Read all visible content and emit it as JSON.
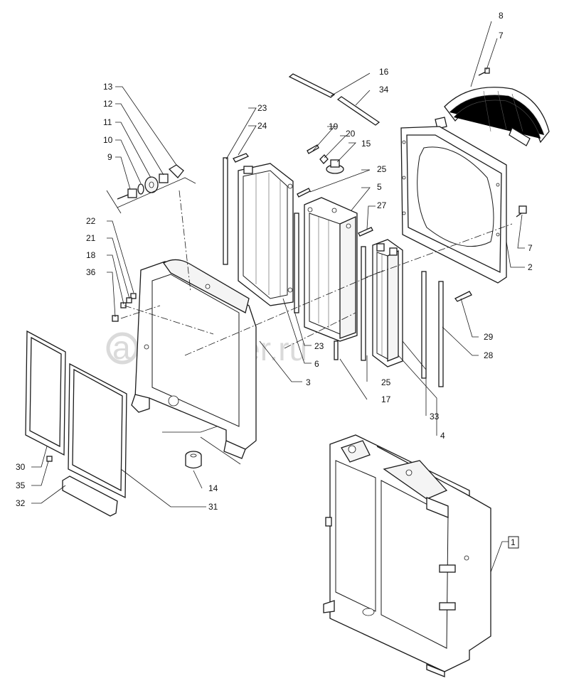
{
  "watermark": {
    "text": "autopiter.ru"
  },
  "callouts": {
    "c8": "8",
    "c7a": "7",
    "c16": "16",
    "c34": "34",
    "c13": "13",
    "c12": "12",
    "c11": "11",
    "c10": "10",
    "c9": "9",
    "c23a": "23",
    "c24": "24",
    "c19": "19",
    "c20": "20",
    "c15": "15",
    "c25a": "25",
    "c5": "5",
    "c27": "27",
    "c7b": "7",
    "c2": "2",
    "c22": "22",
    "c21": "21",
    "c18": "18",
    "c36": "36",
    "c29": "29",
    "c28": "28",
    "c23b": "23",
    "c6": "6",
    "c3": "3",
    "c25b": "25",
    "c17": "17",
    "c33": "33",
    "c4": "4",
    "c30": "30",
    "c35": "35",
    "c32": "32",
    "c14": "14",
    "c31": "31",
    "c1": "1"
  }
}
